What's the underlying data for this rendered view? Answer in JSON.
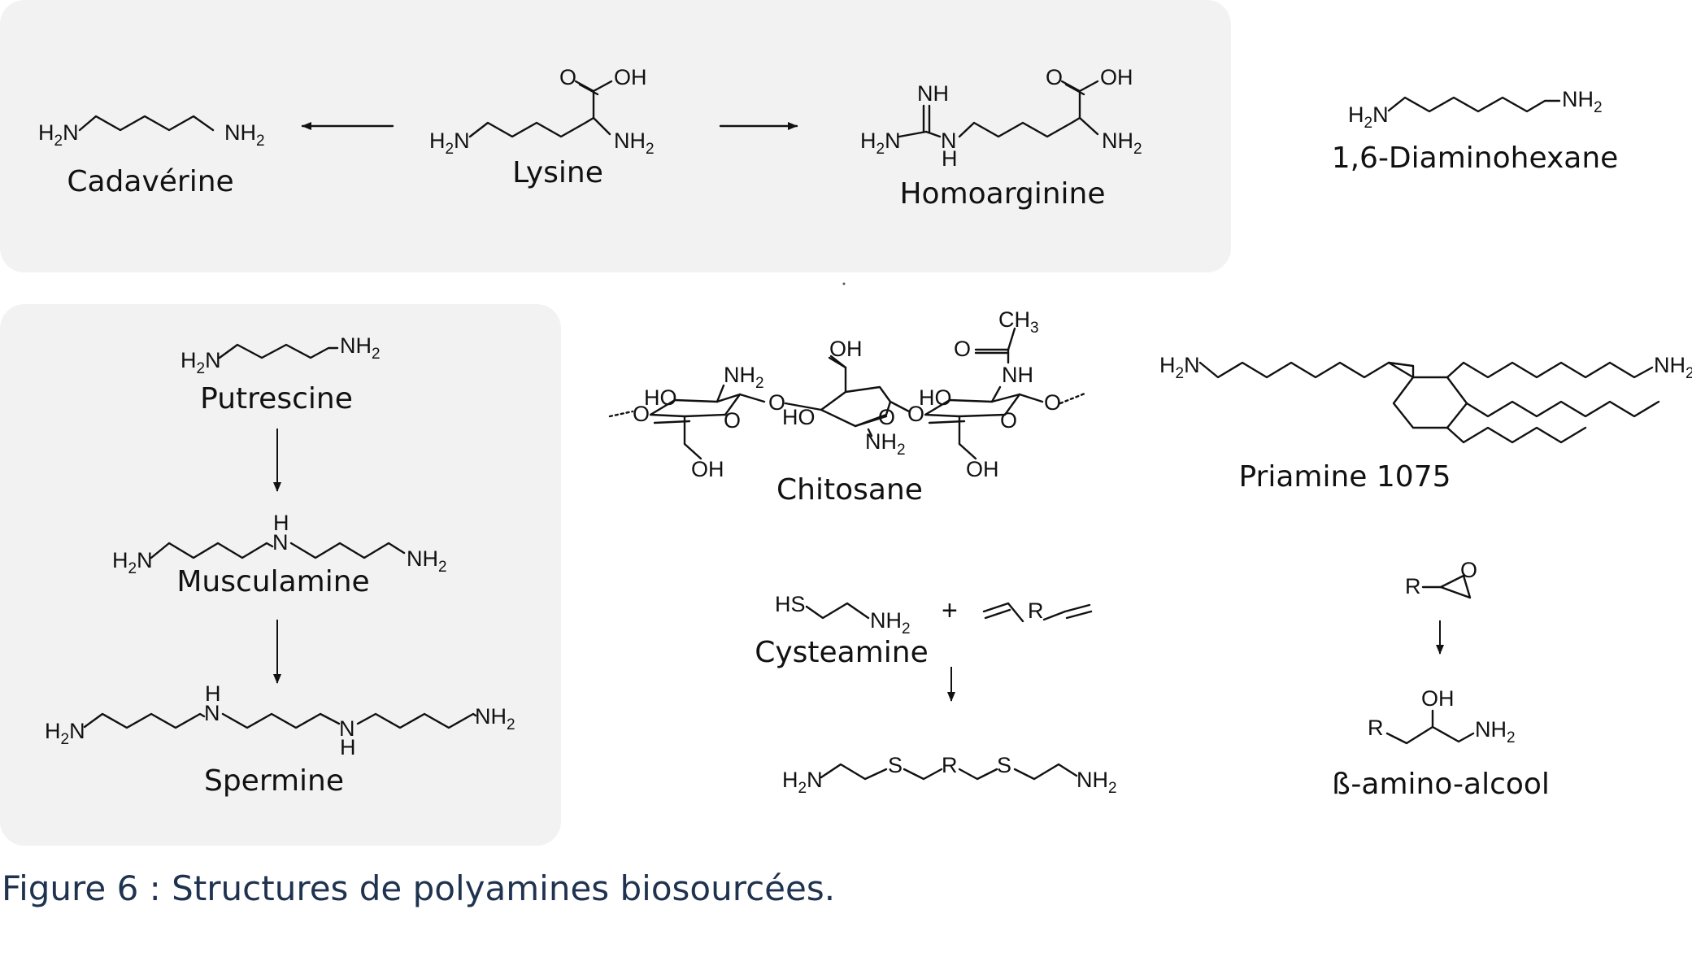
{
  "compounds": {
    "cadaverine": "Cadavérine",
    "lysine": "Lysine",
    "homoarginine": "Homoarginine",
    "diaminohexane": "1,6-Diaminohexane",
    "putrescine": "Putrescine",
    "musculamine": "Musculamine",
    "spermine": "Spermine",
    "chitosane": "Chitosane",
    "priamine": "Priamine 1075",
    "cysteamine": "Cysteamine",
    "beta_amino_alcool": "ß-amino-alcool"
  },
  "atoms": {
    "H2N": "H2N",
    "NH2": "NH2",
    "OH": "OH",
    "O": "O",
    "NH": "NH",
    "N": "N",
    "H": "H",
    "HO": "HO",
    "HS": "HS",
    "S": "S",
    "R": "R",
    "CH3": "CH3",
    "plus": "+"
  },
  "caption": "Figure 6 : Structures de polyamines biosourcées.",
  "colors": {
    "panel_bg": "#f2f2f2",
    "caption_text": "#1f3350",
    "structure_ink": "#111111"
  }
}
